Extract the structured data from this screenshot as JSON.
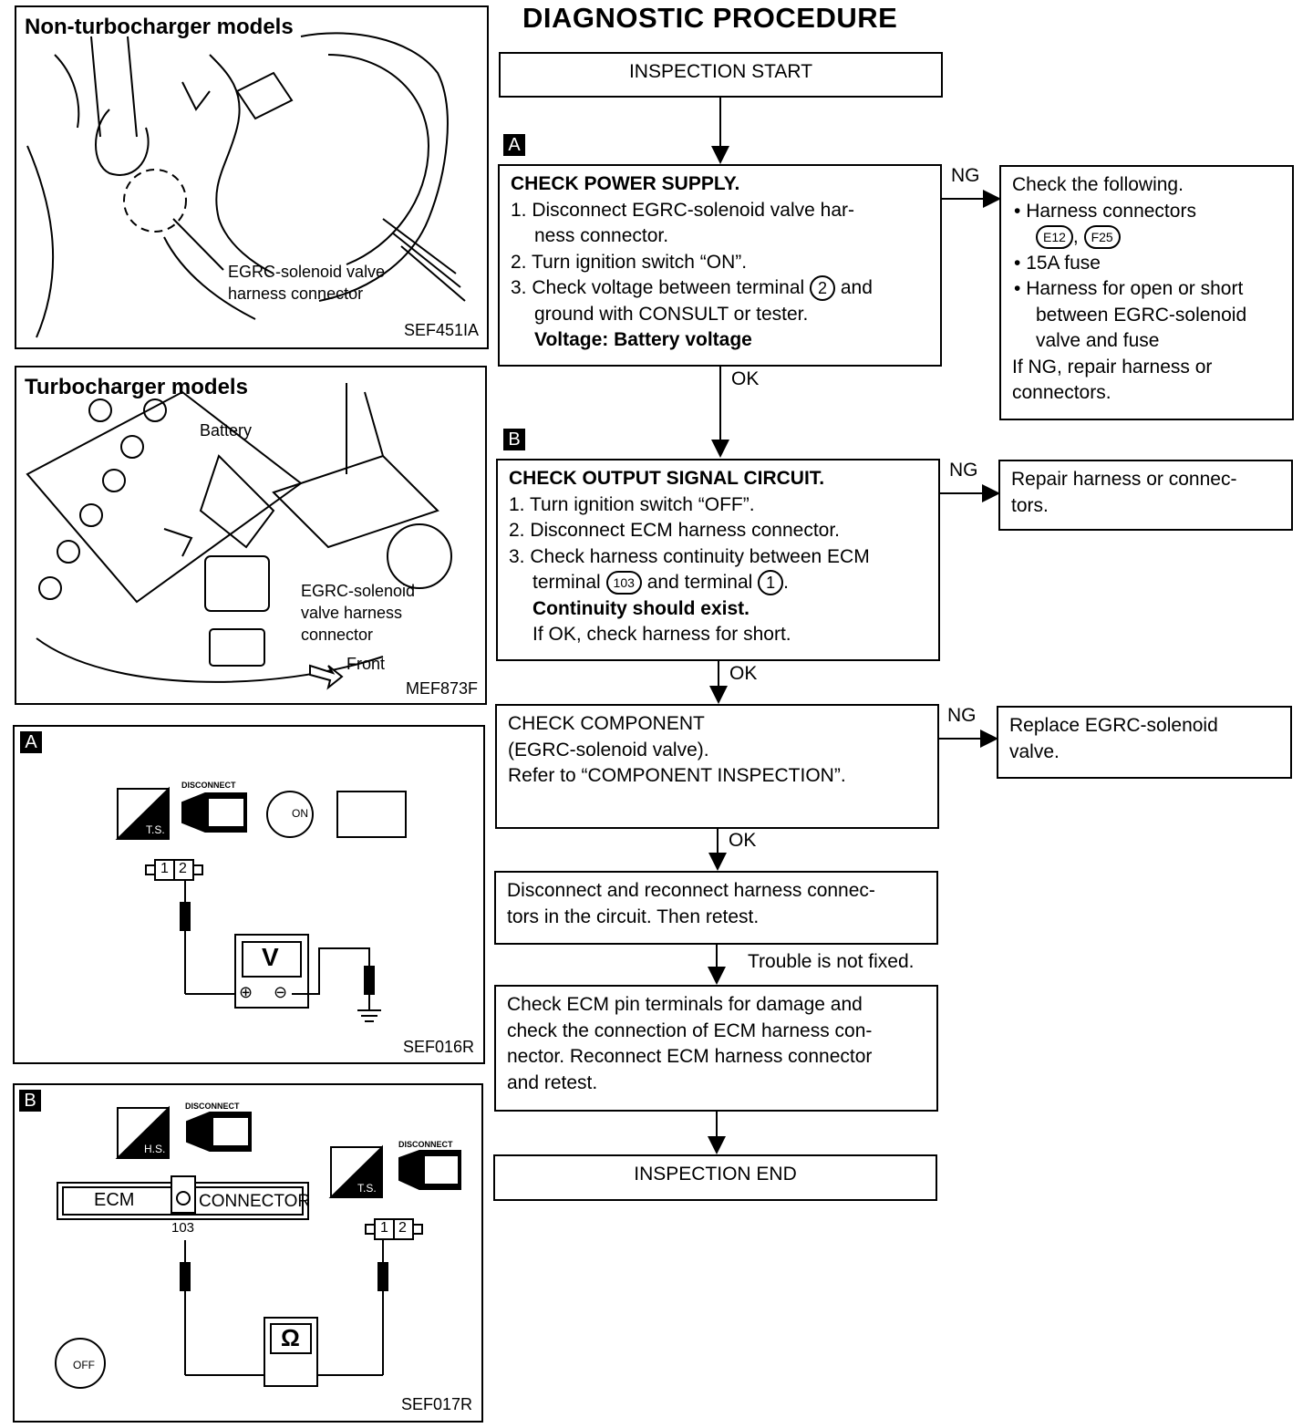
{
  "title": "DIAGNOSTIC PROCEDURE",
  "figures": {
    "non_turbo": {
      "title": "Non-turbocharger models",
      "callout_line1": "EGRC-solenoid valve",
      "callout_line2": "harness connector",
      "code": "SEF451IA"
    },
    "turbo": {
      "title": "Turbocharger models",
      "battery_label": "Battery",
      "callout_line1": "EGRC-solenoid",
      "callout_line2": "valve harness",
      "callout_line3": "connector",
      "front_label": "Front",
      "code": "MEF873F"
    },
    "a": {
      "tag": "A",
      "disconnect": "DISCONNECT",
      "ts": "T.S.",
      "on": "ON",
      "pin1": "1",
      "pin2": "2",
      "meter": "V",
      "plus": "⊕",
      "minus": "⊖",
      "code": "SEF016R"
    },
    "b": {
      "tag": "B",
      "disconnect1": "DISCONNECT",
      "disconnect2": "DISCONNECT",
      "hs": "H.S.",
      "ts": "T.S.",
      "ecm": "ECM",
      "connector": "CONNECTOR",
      "terminal": "103",
      "pin1": "1",
      "pin2": "2",
      "meter": "Ω",
      "off": "OFF",
      "code": "SEF017R"
    }
  },
  "flow": {
    "start": "INSPECTION START",
    "tag_a": "A",
    "tag_b": "B",
    "box1": {
      "heading": "CHECK POWER SUPPLY.",
      "s1": "1. Disconnect EGRC-solenoid valve har-",
      "s1b": "ness connector.",
      "s2": "2. Turn ignition switch “ON”.",
      "s3a": "3. Check voltage between terminal",
      "s3_term": "2",
      "s3b": "and",
      "s3c": "ground with CONSULT or tester.",
      "spec": "Voltage: Battery voltage"
    },
    "box1_ng": {
      "l1": "Check the following.",
      "b1": "Harness connectors",
      "c1": "E12",
      "c2": "F25",
      "b2": "15A fuse",
      "b3a": "Harness for open or short",
      "b3b": "between EGRC-solenoid",
      "b3c": "valve and fuse",
      "l5": "If NG, repair harness or",
      "l6": "connectors."
    },
    "box2": {
      "heading": "CHECK OUTPUT SIGNAL CIRCUIT.",
      "s1": "1. Turn ignition switch “OFF”.",
      "s2": "2. Disconnect ECM harness connector.",
      "s3a": "3. Check harness continuity between ECM",
      "s3b": "terminal",
      "s3_t1": "103",
      "s3c": "and terminal",
      "s3_t2": "1",
      "spec": "Continuity should exist.",
      "note": "If OK, check harness for short."
    },
    "box2_ng": {
      "l1": "Repair harness or connec-",
      "l2": "tors."
    },
    "box3": {
      "l1": "CHECK COMPONENT",
      "l2": "(EGRC-solenoid valve).",
      "l3": "Refer to “COMPONENT INSPECTION”."
    },
    "box3_ng": {
      "l1": "Replace EGRC-solenoid",
      "l2": "valve."
    },
    "box4": {
      "l1": "Disconnect and reconnect harness connec-",
      "l2": "tors in the circuit. Then retest."
    },
    "trouble": "Trouble is not fixed.",
    "box5": {
      "l1": "Check ECM pin terminals for damage and",
      "l2": "check the connection of ECM harness con-",
      "l3": "nector. Reconnect ECM harness connector",
      "l4": "and retest."
    },
    "end": "INSPECTION END",
    "ng": "NG",
    "ok": "OK"
  }
}
